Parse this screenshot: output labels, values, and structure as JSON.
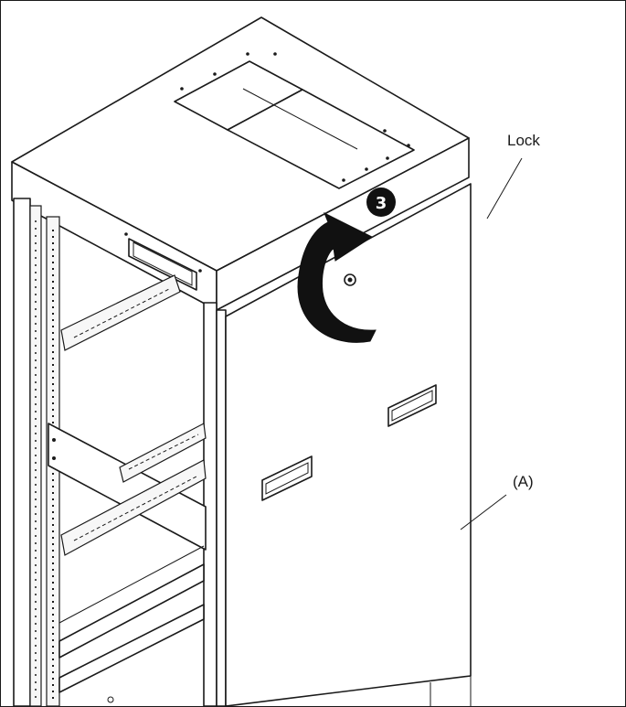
{
  "figure": {
    "callouts": {
      "lock_label": "Lock",
      "panel_label": "(A)",
      "step_number": "3"
    },
    "colors": {
      "line": "#1a1a1a",
      "background": "#ffffff",
      "arrow": "#111111"
    },
    "icons": {
      "rotation": "curved-arrow-icon",
      "step": "step-badge-icon",
      "lock": "lock-keyhole-icon"
    }
  }
}
